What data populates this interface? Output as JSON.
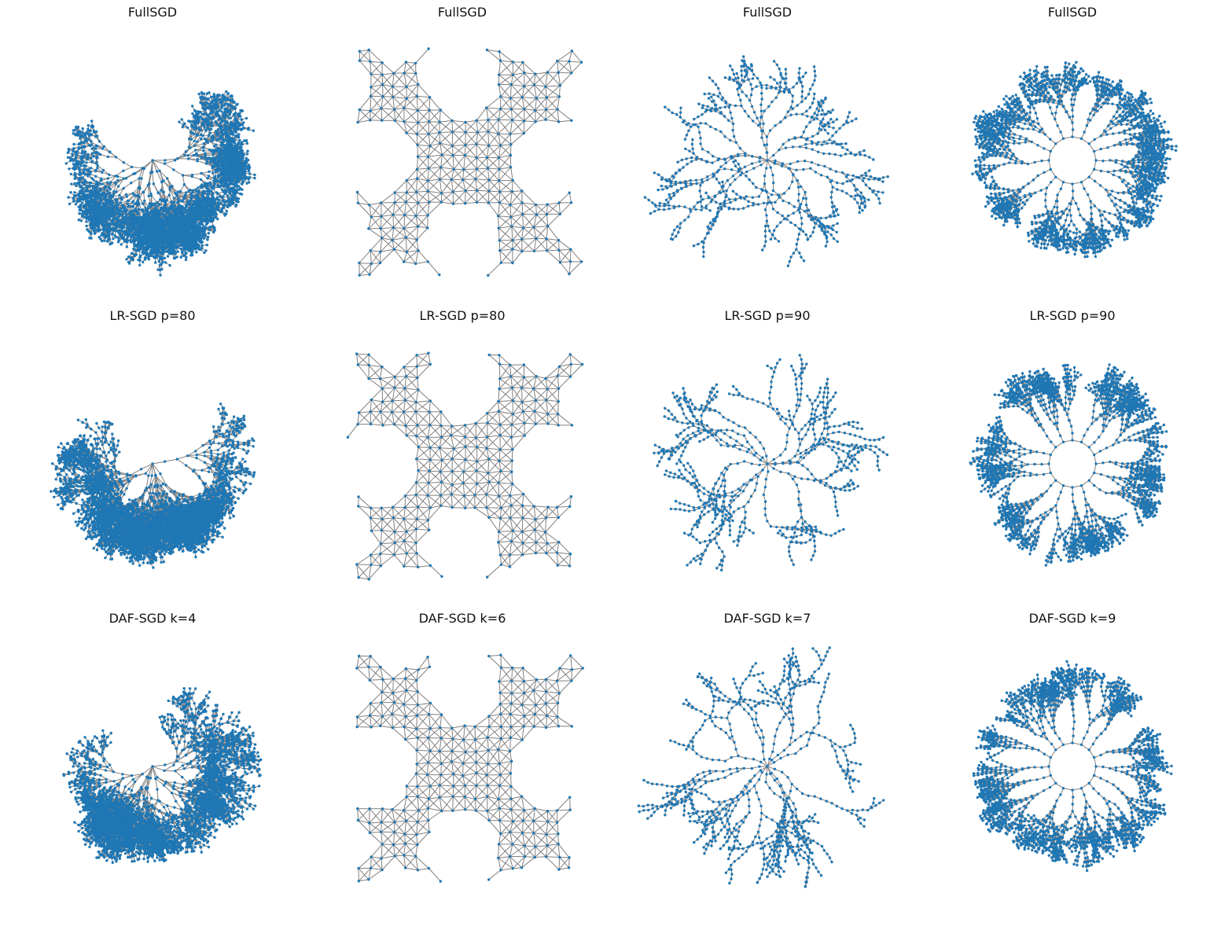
{
  "figure": {
    "panels": [
      {
        "title": "FullSGD",
        "graph": "tree-fan",
        "variant": "full"
      },
      {
        "title": "FullSGD",
        "graph": "ring-mesh",
        "variant": "full"
      },
      {
        "title": "FullSGD",
        "graph": "sparse-tree",
        "variant": "full"
      },
      {
        "title": "FullSGD",
        "graph": "dense-radial",
        "variant": "full"
      },
      {
        "title": "LR-SGD p=80",
        "graph": "tree-fan",
        "variant": "lr"
      },
      {
        "title": "LR-SGD p=80",
        "graph": "ring-mesh",
        "variant": "lr"
      },
      {
        "title": "LR-SGD p=90",
        "graph": "sparse-tree",
        "variant": "lr"
      },
      {
        "title": "LR-SGD p=90",
        "graph": "dense-radial",
        "variant": "lr"
      },
      {
        "title": "DAF-SGD k=4",
        "graph": "tree-fan",
        "variant": "daf"
      },
      {
        "title": "DAF-SGD k=6",
        "graph": "ring-mesh",
        "variant": "daf"
      },
      {
        "title": "DAF-SGD k=7",
        "graph": "sparse-tree",
        "variant": "daf"
      },
      {
        "title": "DAF-SGD k=9",
        "graph": "dense-radial",
        "variant": "daf"
      }
    ]
  },
  "style": {
    "node_color": "#1f77b4",
    "edge_color": "#808080",
    "background": "#ffffff"
  }
}
